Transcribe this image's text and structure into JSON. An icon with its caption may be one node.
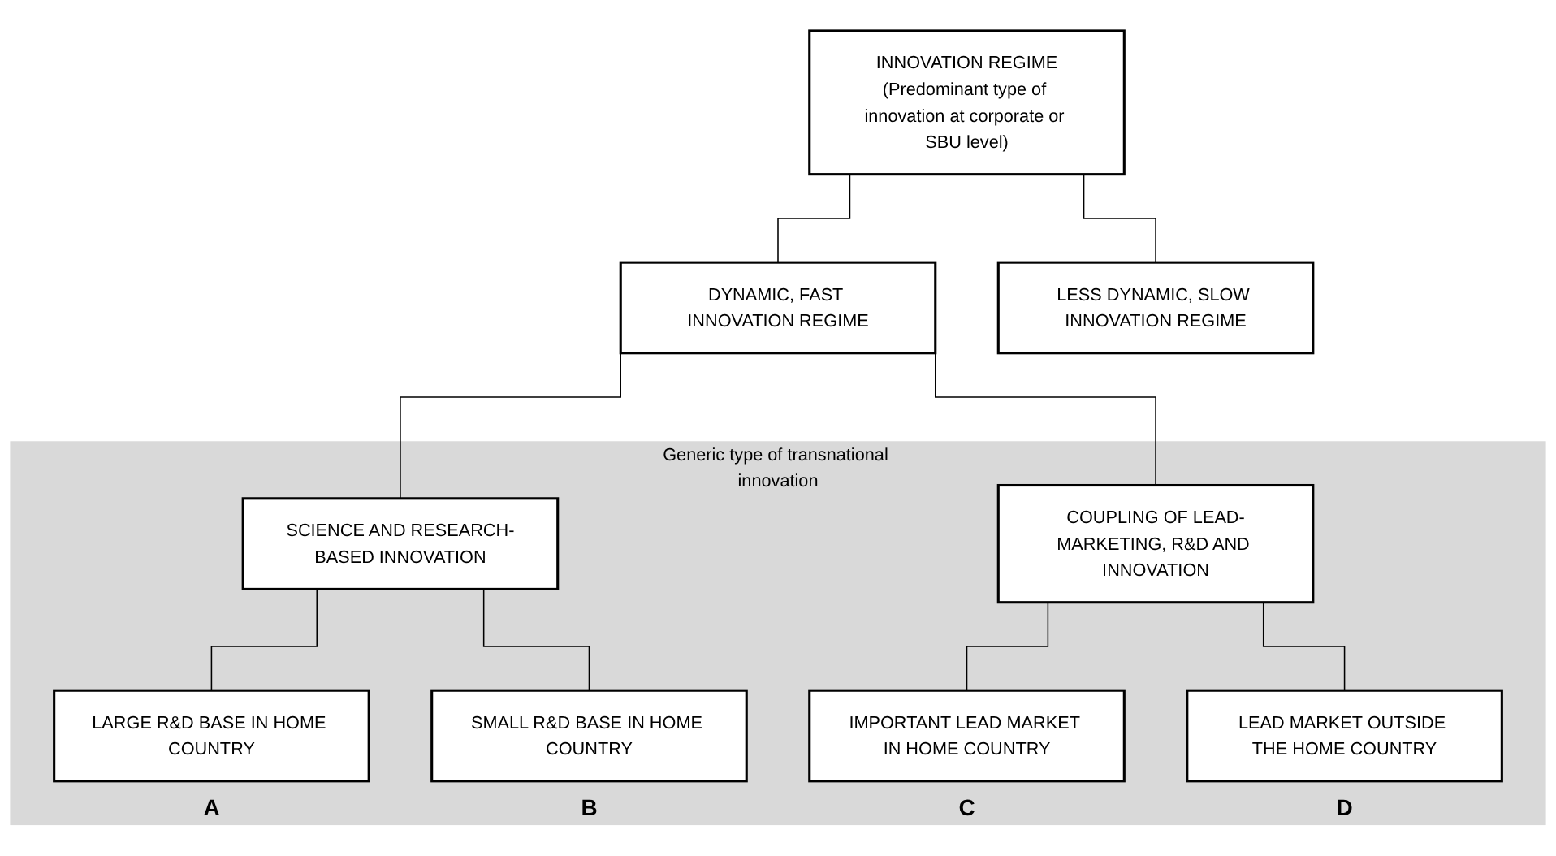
{
  "diagram": {
    "nodes": [
      {
        "text": [
          "INNOVATION REGIME",
          "(Predominant type of innovation at corporate or SBU level)"
        ]
      },
      {
        "text": [
          "DYNAMIC, FAST INNOVATION REGIME"
        ]
      },
      {
        "text": [
          "LESS DYNAMIC, SLOW INNOVATION REGIME"
        ]
      },
      {
        "text": [
          "Generic type of transnational innovation"
        ]
      },
      {
        "text": [
          "SCIENCE AND RESEARCH-BASED INNOVATION"
        ],
        "in": 3
      },
      {
        "text": [
          "COUPLING OF LEAD-MARKETING, R&D AND INNOVATION"
        ],
        "in": 3
      },
      {
        "text": [
          "LARGE R&D BASE IN HOME COUNTRY"
        ],
        "in": 3,
        "beside": [
          "A"
        ]
      },
      {
        "text": [
          "SMALL R&D BASE IN HOME COUNTRY"
        ],
        "in": 3,
        "beside": [
          "B"
        ]
      },
      {
        "text": [
          "IMPORTANT LEAD MARKET IN HOME COUNTRY"
        ],
        "in": 3,
        "beside": [
          "C"
        ]
      },
      {
        "text": [
          "LEAD MARKET OUTSIDE THE HOME COUNTRY"
        ],
        "in": 3,
        "beside": [
          "D"
        ]
      }
    ],
    "edges": [
      {
        "from": 0,
        "to": 1,
        "arrow": "none"
      },
      {
        "from": 0,
        "to": 2,
        "arrow": "none"
      },
      {
        "from": 1,
        "to": 4,
        "arrow": "none"
      },
      {
        "from": 1,
        "to": 5,
        "arrow": "none"
      },
      {
        "from": 4,
        "to": 6,
        "arrow": "none"
      },
      {
        "from": 4,
        "to": 7,
        "arrow": "none"
      },
      {
        "from": 5,
        "to": 8,
        "arrow": "none"
      },
      {
        "from": 5,
        "to": 9,
        "arrow": "none"
      }
    ]
  }
}
